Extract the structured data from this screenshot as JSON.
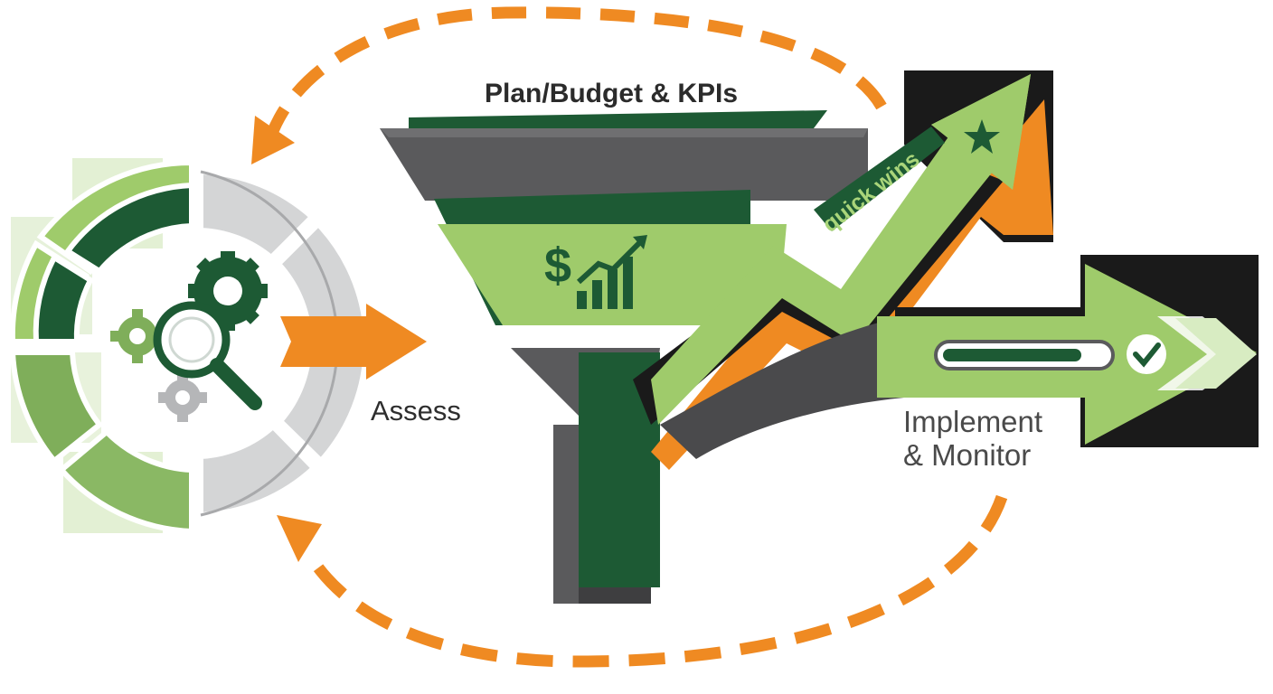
{
  "labels": {
    "plan_budget_kpis": "Plan/Budget & KPIs",
    "assess": "Assess",
    "quick_wins": "quick wins",
    "implement_line1": "Implement",
    "implement_line2": "& Monitor"
  },
  "icons": {
    "assess": [
      "gear-icon",
      "magnifier-icon"
    ],
    "plan": [
      "dollar-icon",
      "growth-chart-icon"
    ],
    "quick_wins": [
      "star-icon"
    ],
    "implement": [
      "progress-bar-icon",
      "check-icon"
    ]
  },
  "progress": {
    "fraction": 0.85
  },
  "colors": {
    "dark_green": "#1d5a34",
    "light_green": "#9fcb6b",
    "gray": "#5a5a5c",
    "light_gray": "#d4d5d6",
    "orange": "#ef8a22",
    "text": "#2b2b2b"
  }
}
